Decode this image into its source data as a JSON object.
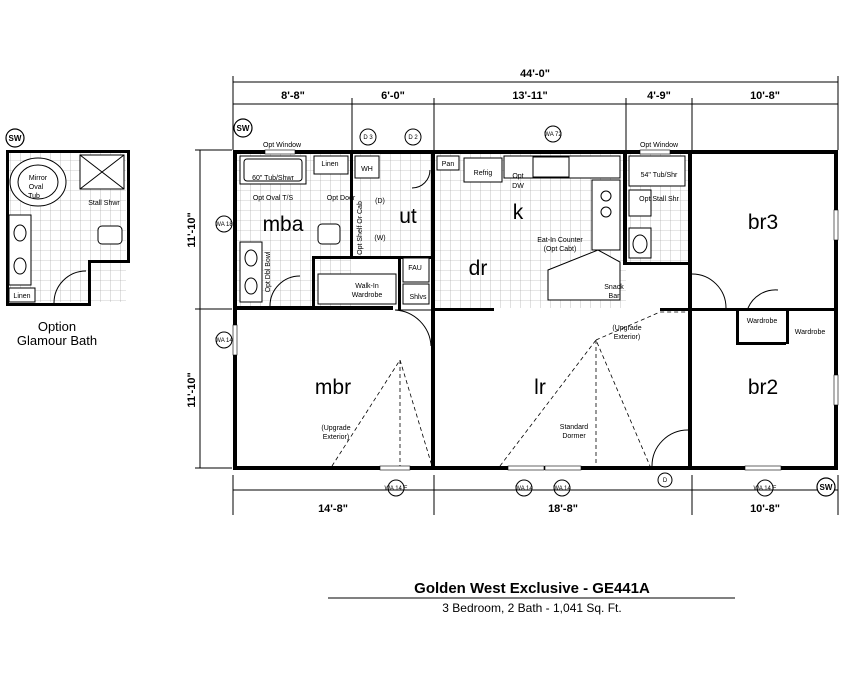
{
  "plan": {
    "title": "Golden West Exclusive - GE441A",
    "subtitle": "3 Bedroom, 2 Bath - 1,041 Sq. Ft.",
    "option_label_1": "Option",
    "option_label_2": "Glamour Bath",
    "overall_dimension": "44'-0\"",
    "top_dimensions": [
      "8'-8\"",
      "6'-0\"",
      "13'-11\"",
      "4'-9\"",
      "10'-8\""
    ],
    "bottom_dimensions": [
      "14'-8\"",
      "18'-8\"",
      "10'-8\""
    ],
    "side_dimensions": [
      "11'-10\"",
      "11'-10\""
    ],
    "sw_tag": "SW",
    "rooms": {
      "mba": "mba",
      "ut": "ut",
      "k": "k",
      "dr": "dr",
      "br3": "br3",
      "mbr": "mbr",
      "lr": "lr",
      "br2": "br2"
    },
    "labels": {
      "opt_window_1": "Opt Window",
      "opt_window_2": "Opt Window",
      "tub_60": "60\" Tub/Shwr",
      "linen": "Linen",
      "opt_oval_ts": "Opt Oval T/S",
      "opt_door": "Opt Door",
      "wh": "WH",
      "opt_shelf": "Opt Shelf Or Cab",
      "d": "(D)",
      "w": "(W)",
      "opt_dbl_bowl": "Opt Dbl Bowl",
      "fau": "FAU",
      "walk_in_1": "Walk-In",
      "walk_in_2": "Wardrobe",
      "shlvs": "Shlvs",
      "pan": "Pan",
      "refrig": "Refrig",
      "opt": "Opt",
      "dw": "DW",
      "eat_in_1": "Eat-In Counter",
      "eat_in_2": "(Opt Cabt)",
      "snack_1": "Snack",
      "snack_2": "Bar",
      "tub_54": "54\" Tub/Shr",
      "opt_stall": "Opt Stall Shr",
      "upgrade_ext_1": "(Upgrade",
      "upgrade_ext_2": "Exterior)",
      "standard_1": "Standard",
      "standard_2": "Dormer",
      "wardrobe": "Wardrobe",
      "mirror_1": "Mirror",
      "mirror_2": "Oval",
      "mirror_3": "Tub",
      "stall_shwr": "Stall Shwr",
      "linen_small": "Linen"
    },
    "wall_tags": {
      "wa18": "WA 18",
      "wa14": "WA 14",
      "wa72": "WA 72",
      "wa14e": "WA 14 E",
      "d3": "D 3",
      "d2": "D 2",
      "d1": "D"
    }
  }
}
